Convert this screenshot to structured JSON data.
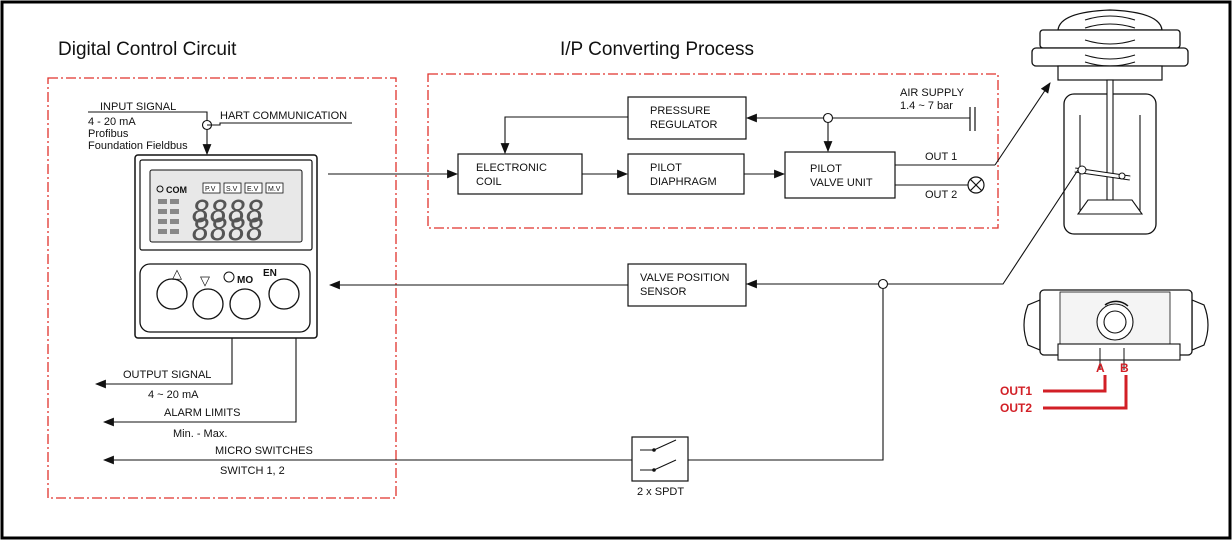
{
  "titles": {
    "digital": "Digital Control Circuit",
    "ip": "I/P Converting Process"
  },
  "input": {
    "heading": "INPUT SIGNAL",
    "line1": "4 - 20 mA",
    "line2": "Profibus",
    "line3": "Foundation Fieldbus",
    "hart": "HART COMMUNICATION"
  },
  "blocks": {
    "pressure_regulator": [
      "PRESSURE",
      "REGULATOR"
    ],
    "electronic_coil": [
      "ELECTRONIC",
      "COIL"
    ],
    "pilot_diaphragm": [
      "PILOT",
      "DIAPHRAGM"
    ],
    "pilot_valve_unit": [
      "PILOT",
      "VALVE UNIT"
    ],
    "valve_position_sensor": [
      "VALVE POSITION",
      "SENSOR"
    ]
  },
  "air": {
    "label": "AIR SUPPLY",
    "range": "1.4 ~ 7 bar"
  },
  "outputs": {
    "out1": "OUT 1",
    "out2": "OUT 2"
  },
  "display": {
    "com": "COM",
    "tags": [
      "P.V",
      "S.V",
      "E.V",
      "M.V"
    ],
    "digits": "8888",
    "buttons": [
      "△",
      "▽",
      "MO",
      "EN"
    ]
  },
  "signals": {
    "output_signal": "OUTPUT SIGNAL",
    "output_range": "4 ~ 20 mA",
    "alarm": "ALARM LIMITS",
    "alarm_range": "Min. - Max.",
    "micro": "MICRO SWITCHES",
    "micro_sub": "SWITCH 1, 2",
    "spdt": "2 x SPDT"
  },
  "ports": {
    "a": "A",
    "b": "B",
    "out1": "OUT1",
    "out2": "OUT2"
  },
  "colors": {
    "frame": "#000000",
    "dash": "#e0332c",
    "port_lines": "#d21f26"
  }
}
